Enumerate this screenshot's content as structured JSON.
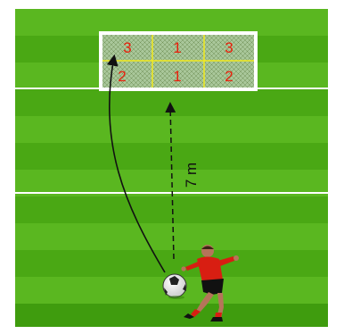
{
  "distance_label": "7 m",
  "goal_zones": {
    "top": [
      "3",
      "1",
      "3"
    ],
    "bottom": [
      "2",
      "1",
      "2"
    ]
  },
  "colors": {
    "pitch_dark": "#3e9a10",
    "pitch_light": "#58b81c",
    "zone_text": "#e8200c",
    "zone_lines": "#f2ea1c",
    "player_shirt": "#d81e12",
    "arrows": "#111111"
  }
}
